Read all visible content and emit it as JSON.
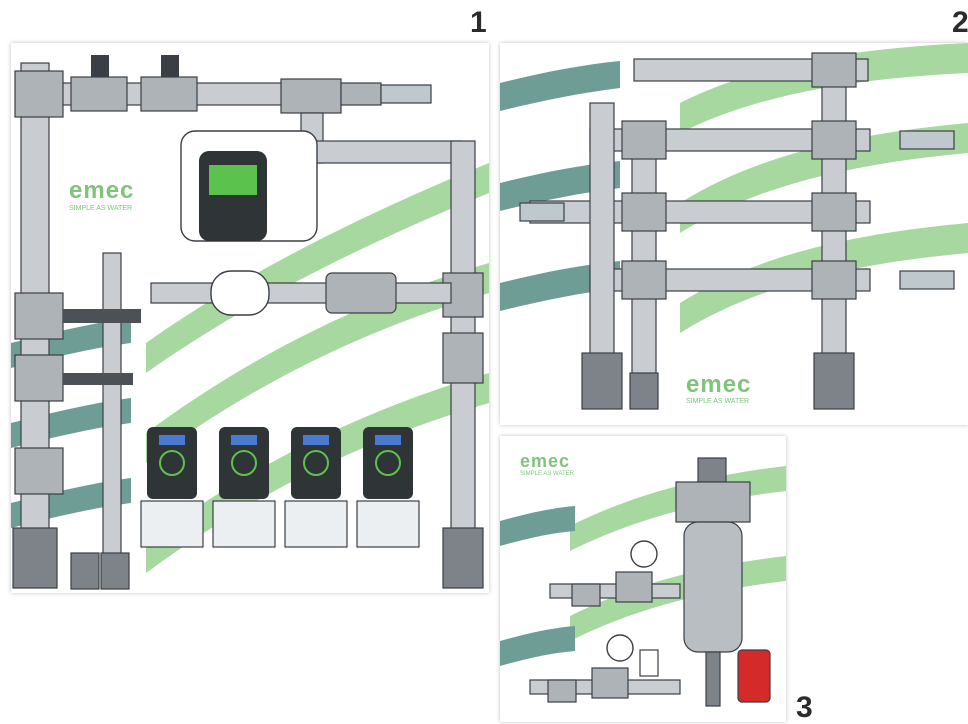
{
  "panels": [
    {
      "number": "1",
      "logo_word": "emec",
      "logo_tagline": "SIMPLE AS WATER"
    },
    {
      "number": "2",
      "logo_word": "emec",
      "logo_tagline": "SIMPLE AS WATER"
    },
    {
      "number": "3",
      "logo_word": "emec",
      "logo_tagline": "SIMPLE AS WATER"
    }
  ],
  "colors": {
    "pipe": "#c9cdd1",
    "fitting": "#aeb3b8",
    "outline": "#3a3f45",
    "wave_green": "#a6d8a0",
    "wave_teal": "#6e9d96",
    "brand_green": "#7fc47a",
    "pump_body": "#2f3436",
    "display_green": "#5cc24e",
    "filter_red": "#d42a2a"
  },
  "icons": [
    "water-meter-icon",
    "controller-icon",
    "dosing-pump-icon",
    "ball-valve-icon",
    "pressure-gauge-icon",
    "y-strainer-icon",
    "filter-icon"
  ]
}
